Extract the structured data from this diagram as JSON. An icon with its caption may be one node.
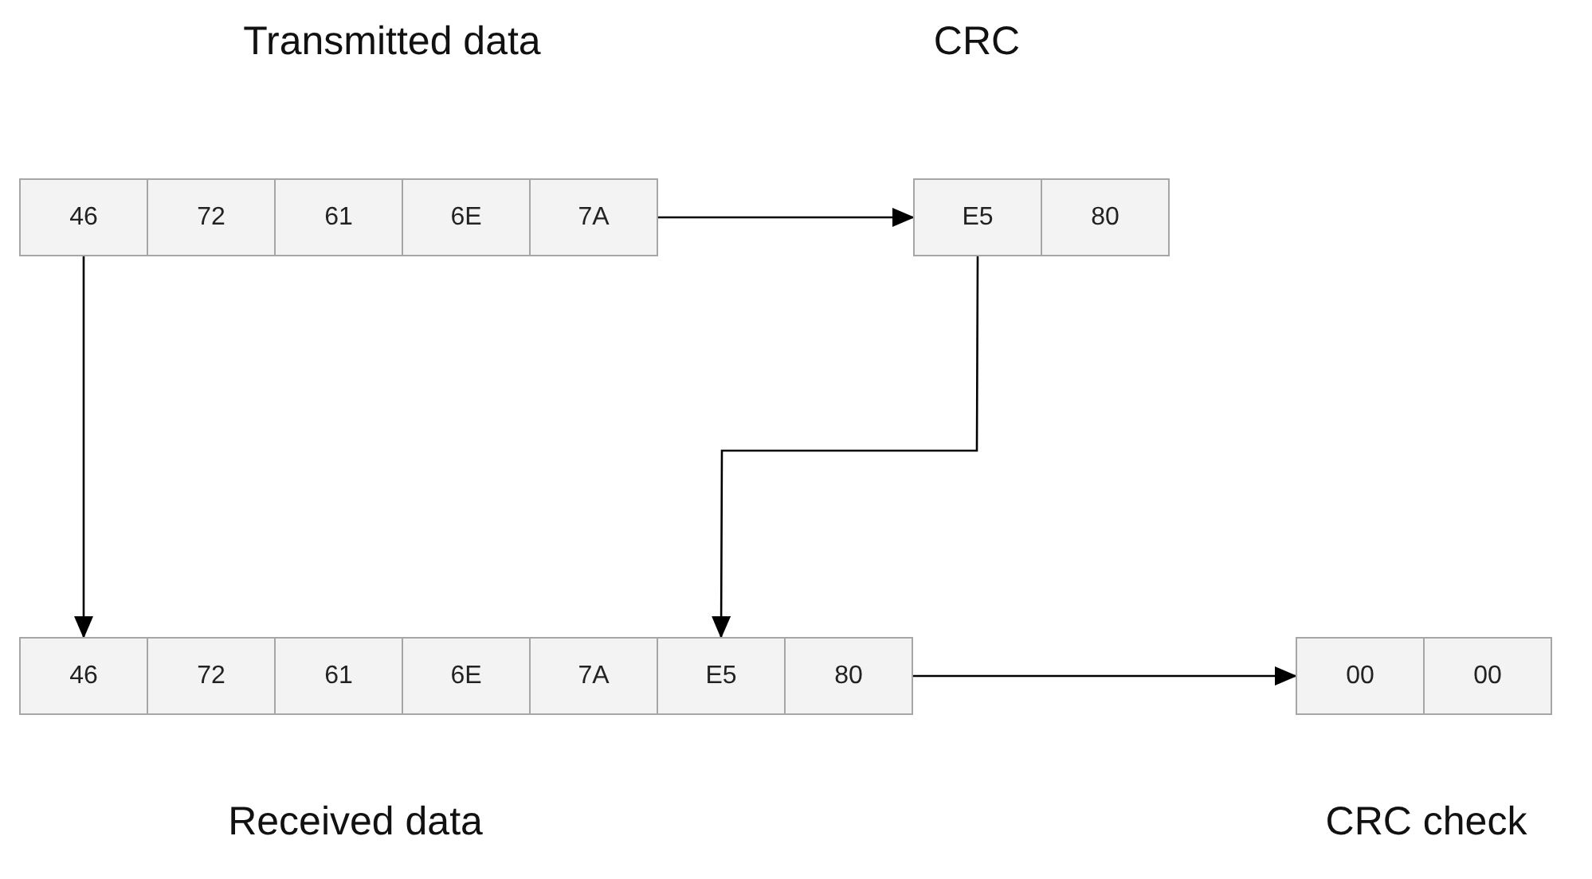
{
  "diagram": {
    "nodes": [
      {
        "text": [
          "46"
        ]
      },
      {
        "text": [
          "72"
        ]
      },
      {
        "text": [
          "61"
        ]
      },
      {
        "text": [
          "6E"
        ]
      },
      {
        "text": [
          "7A"
        ]
      },
      {
        "text": [
          "E5"
        ]
      },
      {
        "text": [
          "80"
        ]
      },
      {
        "text": [
          "46"
        ]
      },
      {
        "text": [
          "72"
        ]
      },
      {
        "text": [
          "61"
        ]
      },
      {
        "text": [
          "6E"
        ]
      },
      {
        "text": [
          "7A"
        ]
      },
      {
        "text": [
          "E5"
        ]
      },
      {
        "text": [
          "80"
        ]
      },
      {
        "text": [
          "00"
        ]
      },
      {
        "text": [
          "00"
        ]
      }
    ],
    "edges": [
      {
        "from": 4,
        "to": 5,
        "arrow": "to"
      },
      {
        "from": 0,
        "to": 7,
        "arrow": "to"
      },
      {
        "from": 5,
        "to": 12,
        "arrow": "to"
      },
      {
        "from": 13,
        "to": 14,
        "arrow": "to"
      }
    ],
    "labels": [
      "Transmitted data",
      "CRC",
      "Received data",
      "CRC check"
    ]
  }
}
